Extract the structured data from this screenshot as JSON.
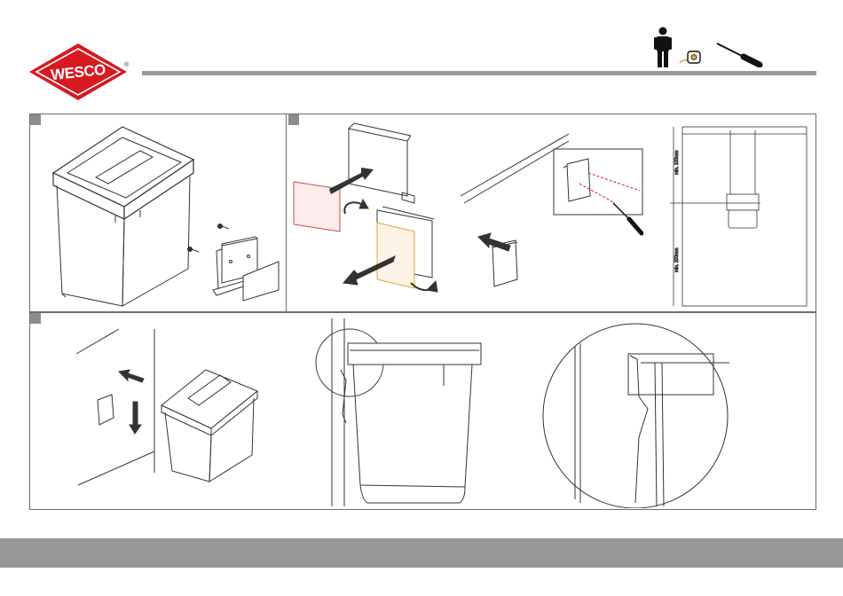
{
  "brand": {
    "name": "WESCO",
    "registered_mark": "®",
    "color": "#d71920"
  },
  "colors": {
    "rule": "#9a9a9a",
    "footer": "#979797",
    "badge": "#8c8c8c",
    "accent": "#e2a23a"
  },
  "header_icons": [
    "person-icon",
    "tape-measure-icon",
    "screwdriver-icon"
  ],
  "steps": [
    {
      "id": "step-1",
      "icons": [
        "bin-with-lid-icon",
        "mounting-bracket-icon",
        "screw-icon",
        "adhesive-pad-icon"
      ]
    },
    {
      "id": "step-2",
      "icons": [
        "bracket-peel-icon",
        "arrow-icon",
        "cabinet-door-icon",
        "drill-template-icon",
        "screwdriver-icon"
      ],
      "dimensions": {
        "top": "min. 100mm",
        "bottom": "min. 200mm"
      }
    },
    {
      "id": "step-3",
      "icons": [
        "hang-bin-icon",
        "side-view-icon",
        "detail-zoom-icon"
      ]
    }
  ]
}
